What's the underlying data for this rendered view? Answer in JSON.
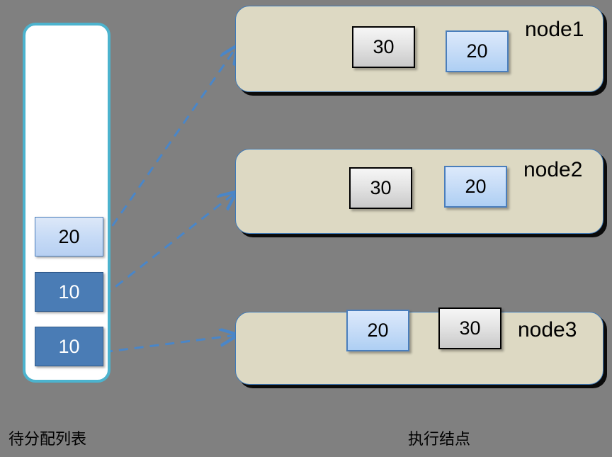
{
  "diagram": {
    "background_color": "#808080",
    "accent_color": "#4a7ebc",
    "container_border_color": "#4cb3ce",
    "node_fill_color": "#ddd9c3",
    "node_border_color": "#3f7ab8"
  },
  "pending_list": {
    "caption": "待分配列表",
    "items": [
      {
        "value": "20",
        "style": "light"
      },
      {
        "value": "10",
        "style": "dark"
      },
      {
        "value": "10",
        "style": "dark"
      }
    ]
  },
  "nodes_section": {
    "caption": "执行结点",
    "nodes": [
      {
        "label": "node1",
        "chips": [
          {
            "value": "30",
            "style": "gray"
          },
          {
            "value": "20",
            "style": "blue"
          }
        ]
      },
      {
        "label": "node2",
        "chips": [
          {
            "value": "30",
            "style": "gray"
          },
          {
            "value": "20",
            "style": "blue"
          }
        ]
      },
      {
        "label": "node3",
        "chips": [
          {
            "value": "20",
            "style": "blue"
          },
          {
            "value": "30",
            "style": "gray"
          }
        ]
      }
    ]
  },
  "connections": [
    {
      "from": "pending-item-0",
      "to": "node1",
      "style": "dashed-arrow",
      "color": "#4a86c8"
    },
    {
      "from": "pending-item-1",
      "to": "node2",
      "style": "dashed-arrow",
      "color": "#4a86c8"
    },
    {
      "from": "pending-item-2",
      "to": "node3",
      "style": "dashed-arrow",
      "color": "#4a86c8"
    }
  ]
}
